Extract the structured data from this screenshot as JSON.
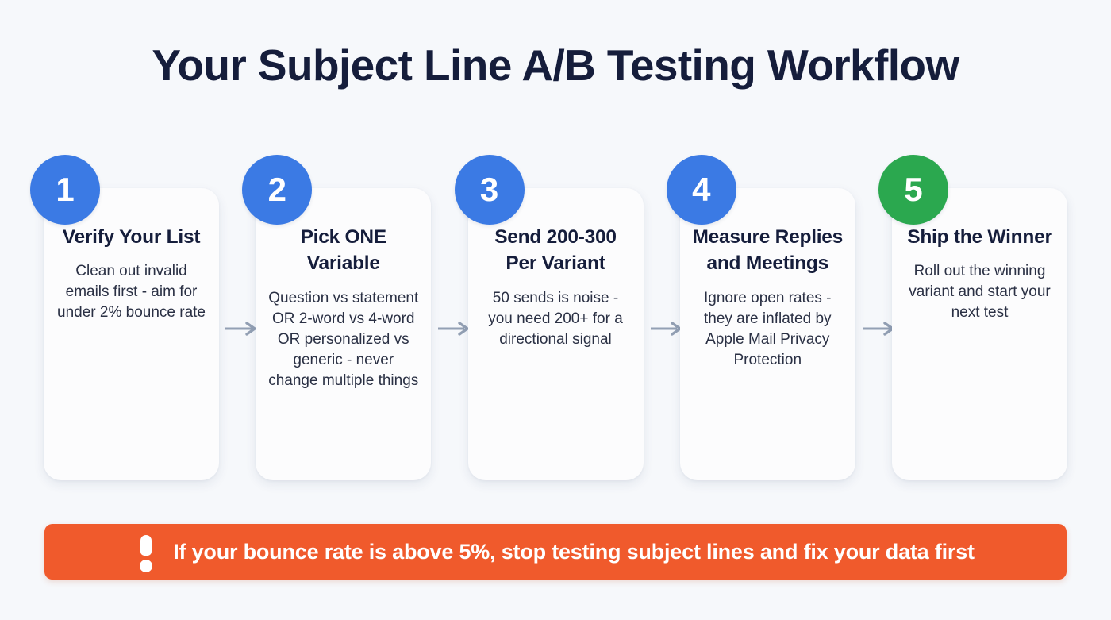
{
  "page": {
    "background_color": "#f6f8fb",
    "title": "Your Subject Line A/B Testing Workflow",
    "title_color": "#151d3b"
  },
  "colors": {
    "accent_blue": "#3b7ae4",
    "accent_green": "#2ba84f",
    "warning_orange": "#f05a2c",
    "card_background": "#fcfcfd",
    "arrow_gray": "#93a0b4",
    "heading_navy": "#151d3b",
    "body_slate": "#2a3044"
  },
  "steps": [
    {
      "number": "1",
      "badge_color": "#3b7ae4",
      "title": "Verify Your List",
      "body": "Clean out invalid emails first - aim for under 2% bounce rate"
    },
    {
      "number": "2",
      "badge_color": "#3b7ae4",
      "title": "Pick ONE Variable",
      "body": "Question vs statement OR 2-word vs 4-word OR personalized vs generic - never change multiple things"
    },
    {
      "number": "3",
      "badge_color": "#3b7ae4",
      "title": "Send 200-300 Per Variant",
      "body": "50 sends is noise - you need 200+ for a directional signal"
    },
    {
      "number": "4",
      "badge_color": "#3b7ae4",
      "title": "Measure Replies and Meetings",
      "body": "Ignore open rates - they are inflated by Apple Mail Privacy Protection"
    },
    {
      "number": "5",
      "badge_color": "#2ba84f",
      "title": "Ship the Winner",
      "body": "Roll out the winning variant and start your next test"
    }
  ],
  "connectors": [
    {
      "icon": "arrow-right-icon"
    },
    {
      "icon": "arrow-right-icon"
    },
    {
      "icon": "arrow-right-icon"
    },
    {
      "icon": "arrow-right-icon"
    }
  ],
  "banner": {
    "icon": "exclamation-icon",
    "text": "If your bounce rate is above 5%, stop testing subject lines and fix your data first",
    "background_color": "#f05a2c",
    "text_color": "#ffffff"
  }
}
